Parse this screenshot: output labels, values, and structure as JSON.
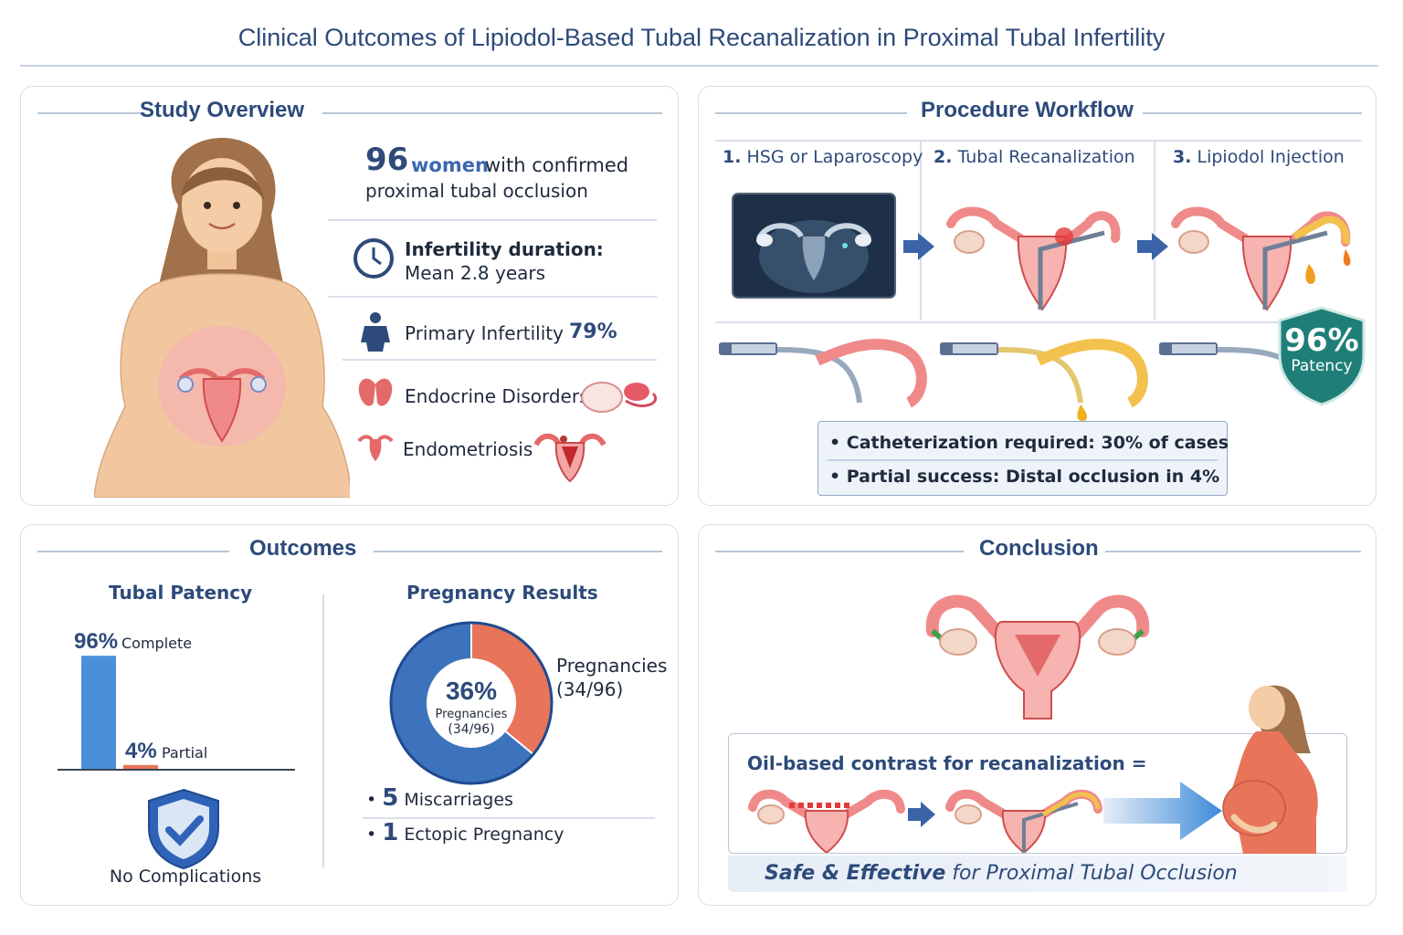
{
  "title": "Clinical Outcomes of Lipiodol-Based Tubal Recanalization in Proximal Tubal Infertility",
  "overview": {
    "heading": "Study Overview",
    "count": "96",
    "count_unit": "women",
    "count_rest": "with confirmed",
    "count_rest2": "proximal tubal occlusion",
    "duration_label": "Infertility duration:",
    "duration_value": "Mean 2.8 years",
    "primary_label": "Primary Infertility",
    "primary_value": "79%",
    "endocrine_label": "Endocrine Disorders",
    "endometriosis_label": "Endometriosis"
  },
  "workflow": {
    "heading": "Procedure Workflow",
    "steps": [
      {
        "num": "1.",
        "label": "HSG or Laparoscopy"
      },
      {
        "num": "2.",
        "label": "Tubal Recanalization"
      },
      {
        "num": "3.",
        "label": "Lipiodol Injection"
      }
    ],
    "badge_value": "96%",
    "badge_label": "Patency",
    "notes": [
      "• Catheterization required: 30% of cases",
      "• Partial success: Distal occlusion in 4%"
    ]
  },
  "outcomes": {
    "heading": "Outcomes",
    "patency_heading": "Tubal Patency",
    "pregnancy_heading": "Pregnancy Results",
    "no_complications": "No Complications",
    "bullets": [
      {
        "num": "5",
        "label": "Miscarriages"
      },
      {
        "num": "1",
        "label": "Ectopic Pregnancy"
      }
    ]
  },
  "chart_data": [
    {
      "type": "bar",
      "title": "Tubal Patency",
      "categories": [
        "Complete",
        "Partial"
      ],
      "values": [
        96,
        4
      ],
      "value_labels": [
        "96%",
        "4%"
      ],
      "colors": [
        "#4a90d9",
        "#e8745a"
      ]
    },
    {
      "type": "pie",
      "title": "Pregnancy Results",
      "slices": [
        {
          "label": "Pregnancies (34/96)",
          "value": 36,
          "color": "#e8745a"
        },
        {
          "label": "",
          "value": 64,
          "color": "#3d73bd"
        }
      ],
      "center_value": "36%",
      "center_label": "Pregnancies",
      "center_sub": "(34/96)",
      "callout_line1": "Pregnancies",
      "callout_line2": "(34/96)"
    }
  ],
  "conclusion": {
    "heading": "Conclusion",
    "lead": "Oil-based contrast for recanalization =",
    "final_bold": "Safe & Effective",
    "final_rest": " for Proximal Tubal Occlusion"
  },
  "colors": {
    "navy": "#2d4a7a",
    "uterus": "#f08a8a",
    "lipiodol": "#f2c14e",
    "badge": "#1f7f78"
  }
}
